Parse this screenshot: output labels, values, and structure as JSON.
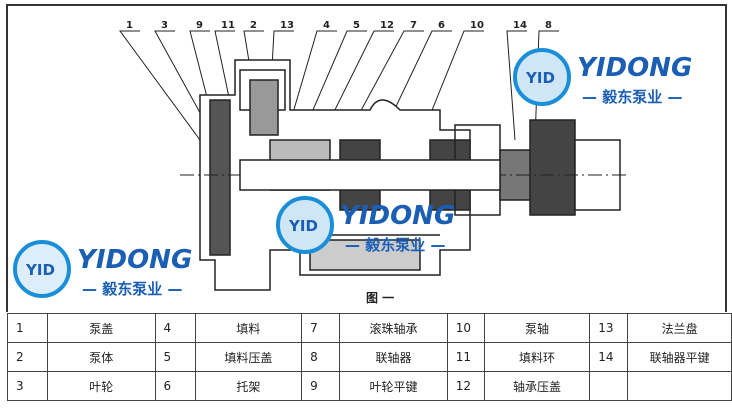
{
  "figure": {
    "caption": "图 一",
    "leaders": [
      "1",
      "3",
      "9",
      "11",
      "2",
      "13",
      "4",
      "5",
      "12",
      "7",
      "6",
      "10",
      "14",
      "8"
    ]
  },
  "logo": {
    "mark": "YID",
    "brand": "YIDONG",
    "cn": "— 毅东泵业 —",
    "colors": {
      "blue": "#1a5fb4",
      "green": "#7cc242"
    }
  },
  "parts_table": {
    "rows": [
      [
        [
          "1",
          "泵盖"
        ],
        [
          "4",
          "填料"
        ],
        [
          "7",
          "滚珠轴承"
        ],
        [
          "10",
          "泵轴"
        ],
        [
          "13",
          "法兰盘"
        ]
      ],
      [
        [
          "2",
          "泵体"
        ],
        [
          "5",
          "填料压盖"
        ],
        [
          "8",
          "联轴器"
        ],
        [
          "11",
          "填料环"
        ],
        [
          "14",
          "联轴器平键"
        ]
      ],
      [
        [
          "3",
          "叶轮"
        ],
        [
          "6",
          "托架"
        ],
        [
          "9",
          "叶轮平键"
        ],
        [
          "12",
          "轴承压盖"
        ],
        [
          "",
          ""
        ]
      ]
    ]
  }
}
